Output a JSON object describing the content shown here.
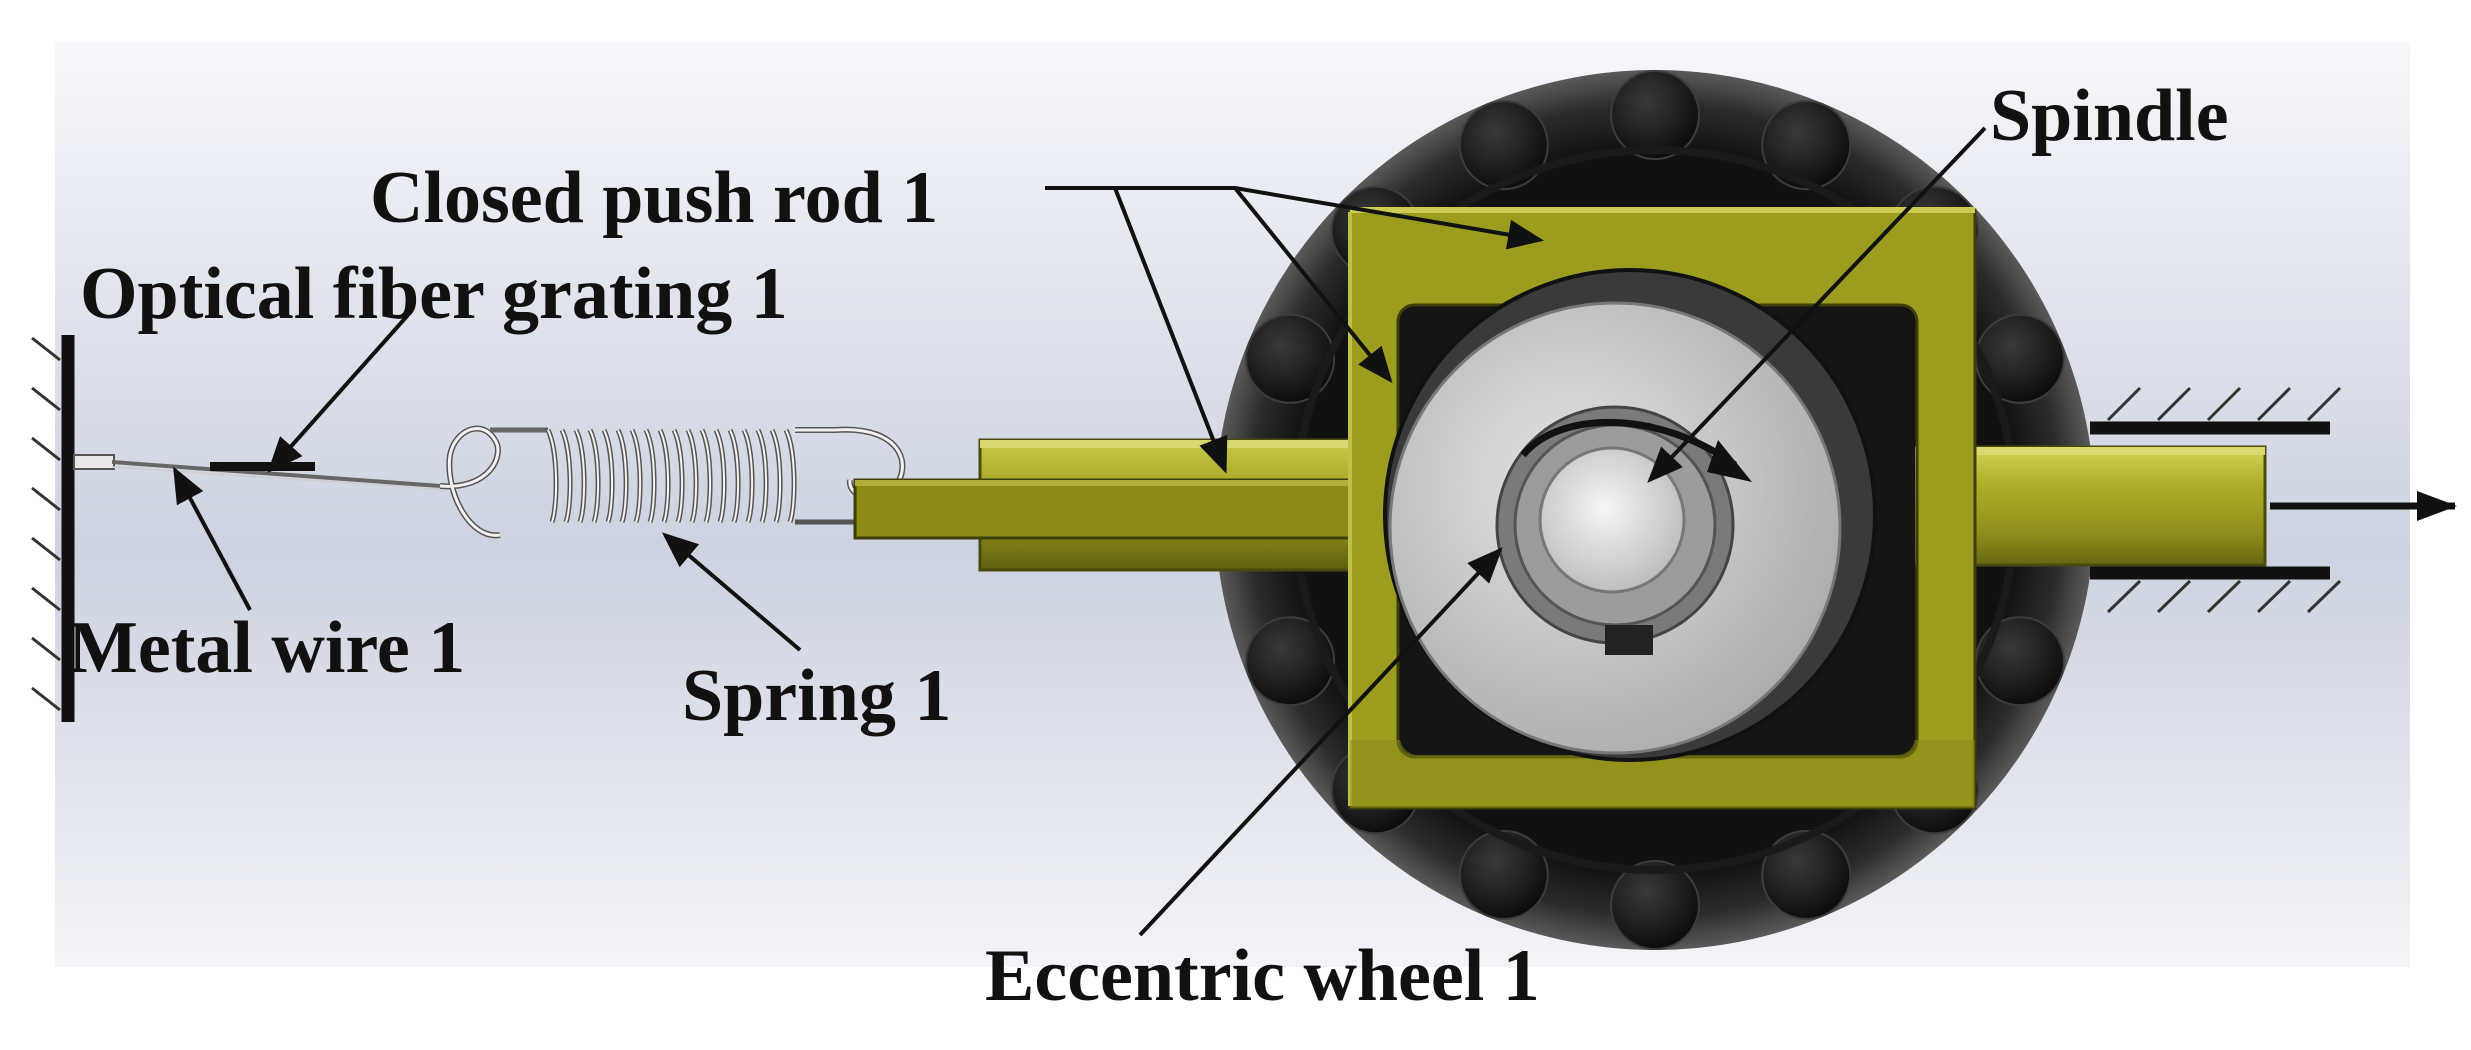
{
  "labels": {
    "spindle": "Spindle",
    "closed_push_rod": "Closed push rod 1",
    "optical_fiber_grating": "Optical fiber grating 1",
    "metal_wire": "Metal wire 1",
    "spring": "Spring 1",
    "eccentric_wheel": "Eccentric wheel 1"
  },
  "colors": {
    "background_top": "#f4f6fa",
    "background_mid": "#ccd2e0",
    "push_rod": "#9a9a1c",
    "push_rod_light": "#c6c64a",
    "push_rod_dark": "#5a5a10",
    "bearing_outer": "#1c1c1c",
    "wheel": "#c9c9c9",
    "spindle": "#e6e6e6",
    "annotation": "#111111"
  },
  "icons": {
    "fixed_support_left": "hatched-wall-icon",
    "fixed_support_right": "hatched-guide-icon",
    "output_arrow": "arrow-right-icon",
    "rotation_arrow": "curved-arrow-icon"
  }
}
